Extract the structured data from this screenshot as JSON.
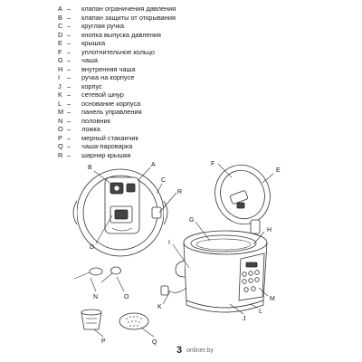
{
  "legend": [
    {
      "letter": "A",
      "dash": "–",
      "text": "клапан ограничения давления"
    },
    {
      "letter": "B",
      "dash": "–",
      "text": "клапан защиты от открывания"
    },
    {
      "letter": "C",
      "dash": "–",
      "text": "круглая ручка"
    },
    {
      "letter": "D",
      "dash": "–",
      "text": "кнопка выпуска давления"
    },
    {
      "letter": "E",
      "dash": "–",
      "text": "крышка"
    },
    {
      "letter": "F",
      "dash": "–",
      "text": "уплотнительное кольцо"
    },
    {
      "letter": "G",
      "dash": "–",
      "text": "чаша"
    },
    {
      "letter": "H",
      "dash": "–",
      "text": "внутренняя чаша"
    },
    {
      "letter": "I",
      "dash": "–",
      "text": "ручка на корпусе"
    },
    {
      "letter": "J",
      "dash": "–",
      "text": "корпус"
    },
    {
      "letter": "K",
      "dash": "–",
      "text": "сетевой шнур"
    },
    {
      "letter": "L",
      "dash": "–",
      "text": "основание корпуса"
    },
    {
      "letter": "M",
      "dash": "–",
      "text": "панель управления"
    },
    {
      "letter": "N",
      "dash": "–",
      "text": "половник"
    },
    {
      "letter": "O",
      "dash": "–",
      "text": "ложка"
    },
    {
      "letter": "P",
      "dash": "–",
      "text": "мерный стаканчик"
    },
    {
      "letter": "Q",
      "dash": "–",
      "text": "чаша-пароварка"
    },
    {
      "letter": "R",
      "dash": "–",
      "text": "шарнир крышки"
    }
  ],
  "callouts": {
    "A": "A",
    "B": "B",
    "C": "C",
    "D": "D",
    "E": "E",
    "F": "F",
    "G": "G",
    "H": "H",
    "I": "I",
    "J": "J",
    "K": "K",
    "L": "L",
    "M": "M",
    "N": "N",
    "O": "O",
    "P": "P",
    "Q": "Q",
    "R": "R"
  },
  "page_number": "3",
  "watermark": "onliner.by"
}
